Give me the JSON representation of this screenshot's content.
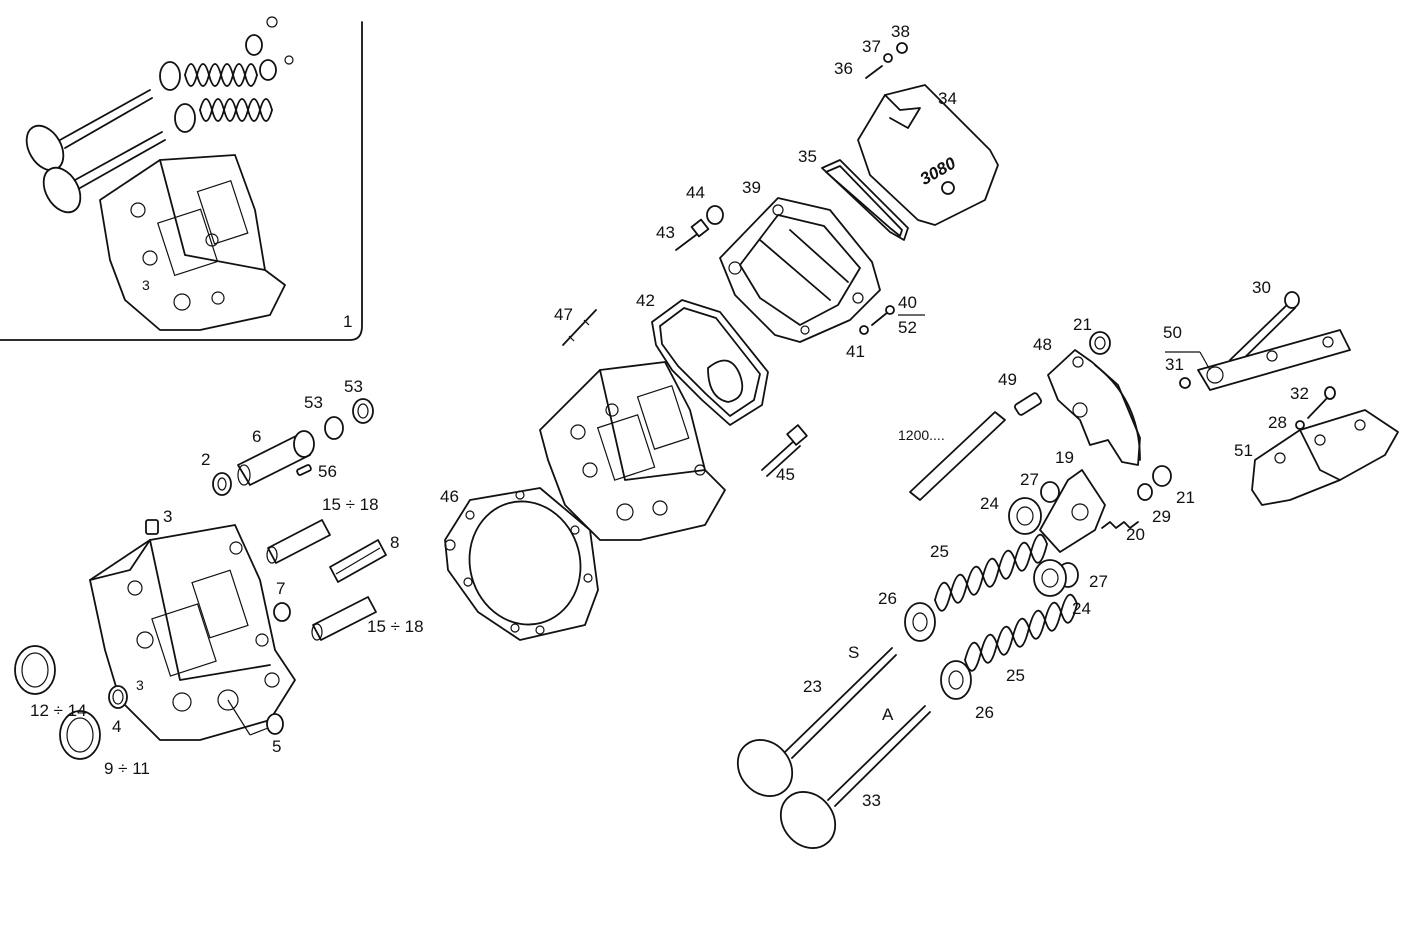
{
  "labels": [
    {
      "id": "1",
      "text": "1"
    },
    {
      "id": "2",
      "text": "2"
    },
    {
      "id": "3",
      "text": "3"
    },
    {
      "id": "4",
      "text": "4"
    },
    {
      "id": "5",
      "text": "5"
    },
    {
      "id": "6",
      "text": "6"
    },
    {
      "id": "7",
      "text": "7"
    },
    {
      "id": "8",
      "text": "8"
    },
    {
      "id": "9-11",
      "text": "9 ÷ 11"
    },
    {
      "id": "12-14",
      "text": "12 ÷ 14"
    },
    {
      "id": "15-18a",
      "text": "15 ÷ 18"
    },
    {
      "id": "15-18b",
      "text": "15 ÷ 18"
    },
    {
      "id": "19",
      "text": "19"
    },
    {
      "id": "20",
      "text": "20"
    },
    {
      "id": "21a",
      "text": "21"
    },
    {
      "id": "21b",
      "text": "21"
    },
    {
      "id": "23",
      "text": "23"
    },
    {
      "id": "24a",
      "text": "24"
    },
    {
      "id": "24b",
      "text": "24"
    },
    {
      "id": "25a",
      "text": "25"
    },
    {
      "id": "25b",
      "text": "25"
    },
    {
      "id": "26a",
      "text": "26"
    },
    {
      "id": "26b",
      "text": "26"
    },
    {
      "id": "27a",
      "text": "27"
    },
    {
      "id": "27b",
      "text": "27"
    },
    {
      "id": "28",
      "text": "28"
    },
    {
      "id": "29",
      "text": "29"
    },
    {
      "id": "30",
      "text": "30"
    },
    {
      "id": "31",
      "text": "31"
    },
    {
      "id": "32",
      "text": "32"
    },
    {
      "id": "33",
      "text": "33"
    },
    {
      "id": "34",
      "text": "34"
    },
    {
      "id": "35",
      "text": "35"
    },
    {
      "id": "36",
      "text": "36"
    },
    {
      "id": "37",
      "text": "37"
    },
    {
      "id": "38",
      "text": "38"
    },
    {
      "id": "39",
      "text": "39"
    },
    {
      "id": "40",
      "text": "40"
    },
    {
      "id": "41",
      "text": "41"
    },
    {
      "id": "42",
      "text": "42"
    },
    {
      "id": "43",
      "text": "43"
    },
    {
      "id": "44",
      "text": "44"
    },
    {
      "id": "45",
      "text": "45"
    },
    {
      "id": "46",
      "text": "46"
    },
    {
      "id": "47",
      "text": "47"
    },
    {
      "id": "48",
      "text": "48"
    },
    {
      "id": "49",
      "text": "49"
    },
    {
      "id": "50",
      "text": "50"
    },
    {
      "id": "51",
      "text": "51"
    },
    {
      "id": "52",
      "text": "52"
    },
    {
      "id": "53a",
      "text": "53"
    },
    {
      "id": "53b",
      "text": "53"
    },
    {
      "id": "56",
      "text": "56"
    },
    {
      "id": "1200",
      "text": "1200...."
    },
    {
      "id": "S",
      "text": "S"
    },
    {
      "id": "A",
      "text": "A"
    }
  ],
  "cover_emblem": {
    "text": "3080"
  }
}
